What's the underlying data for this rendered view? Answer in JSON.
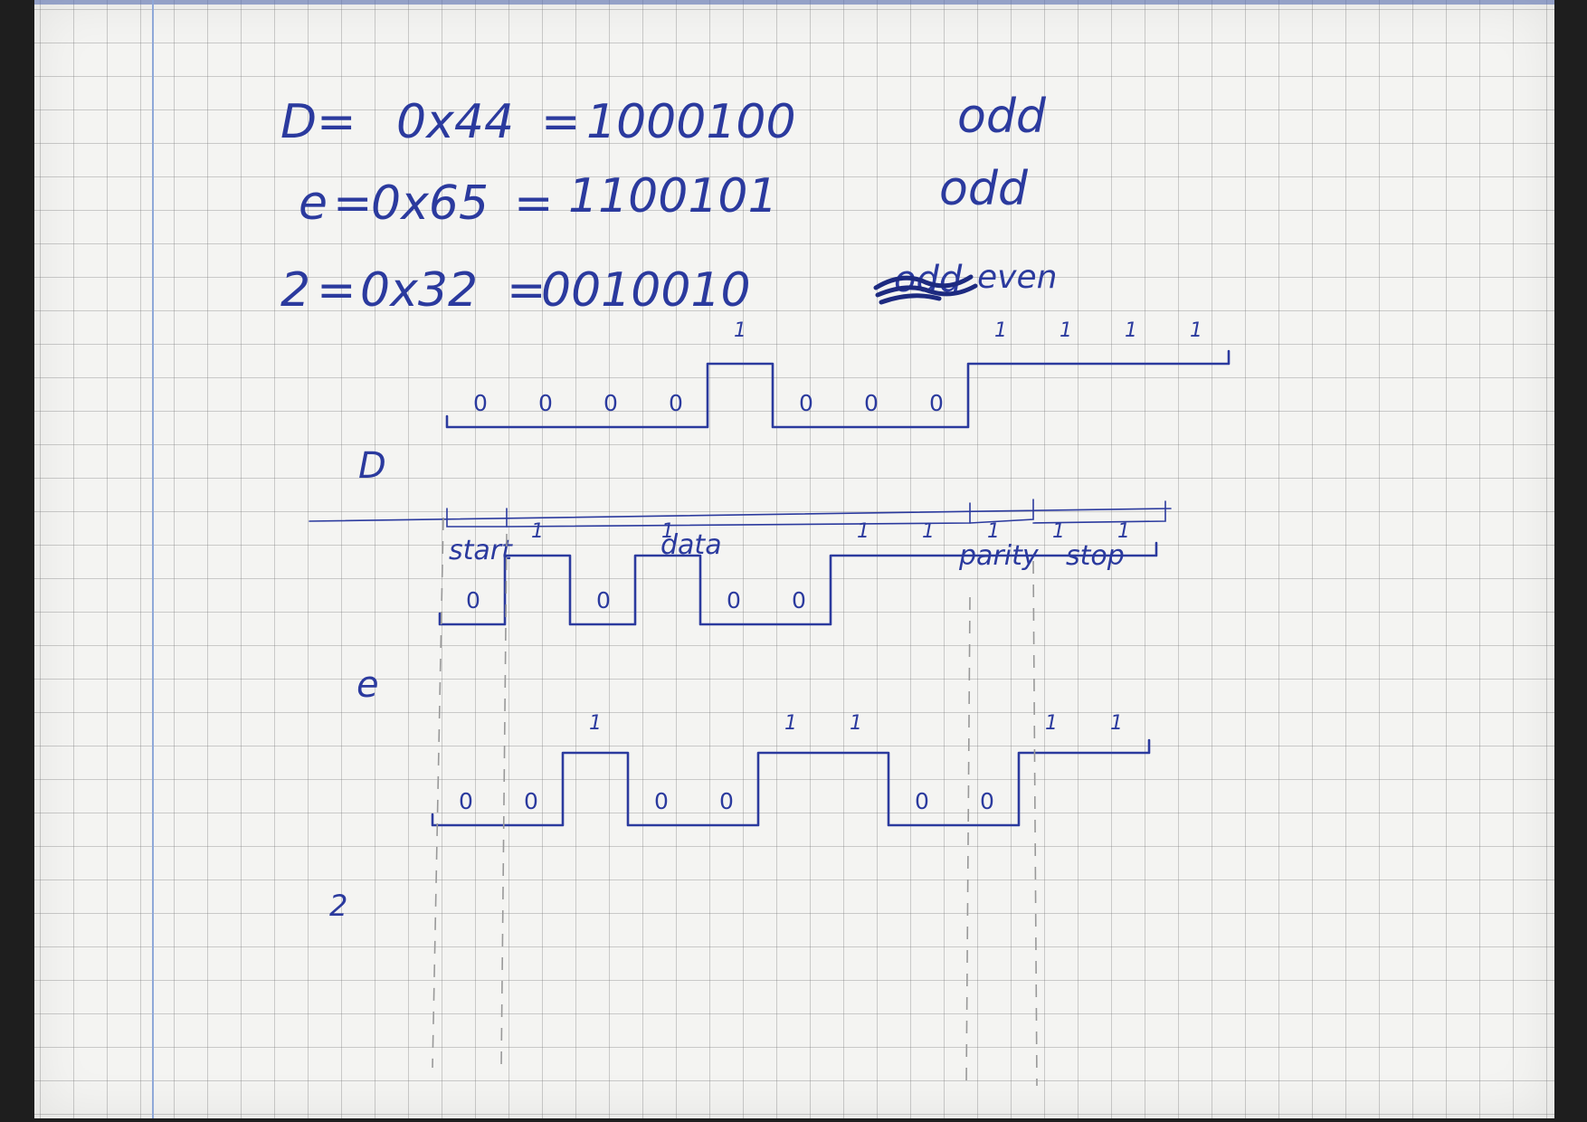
{
  "equations": [
    {
      "char": "D",
      "hex": "0x44",
      "binary": "1000100",
      "parity": "odd"
    },
    {
      "char": "e",
      "hex": "0x65",
      "binary": "1100101",
      "parity": "odd"
    },
    {
      "char": "2",
      "hex": "0x32",
      "binary": "0010010",
      "parity": "even",
      "struck_text": "odd"
    }
  ],
  "frame_fields": [
    "start",
    "data",
    "parity",
    "stop"
  ],
  "waveforms": [
    {
      "name": "D",
      "bits": [
        "0",
        "0",
        "0",
        "0",
        "1",
        "0",
        "0",
        "0",
        "1",
        "1",
        "1",
        "1"
      ]
    },
    {
      "name": "e",
      "bits": [
        "0",
        "1",
        "0",
        "1",
        "0",
        "0",
        "1",
        "1",
        "1",
        "1",
        "1"
      ]
    },
    {
      "name": "2",
      "bits": [
        "0",
        "0",
        "1",
        "0",
        "0",
        "1",
        "1",
        "0",
        "0",
        "1",
        "1"
      ]
    }
  ],
  "colors": {
    "ink": "#2b3a9e",
    "paper": "#f4f4f2",
    "grid": "#bdbdbd",
    "margin": "#8fa8d8"
  }
}
